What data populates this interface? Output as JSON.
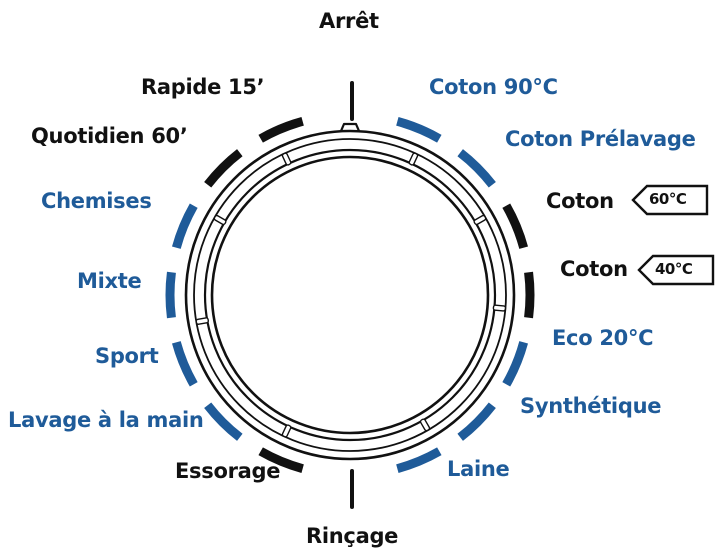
{
  "dial": {
    "colors": {
      "blue": "#1f5b99",
      "black": "#111111"
    },
    "programs": [
      {
        "id": "arret",
        "label": "Arrêt",
        "color": "black"
      },
      {
        "id": "coton-90",
        "label": "Coton 90°C",
        "color": "blue"
      },
      {
        "id": "coton-prelavage",
        "label": "Coton Prélavage",
        "color": "blue"
      },
      {
        "id": "coton-60",
        "label": "Coton",
        "color": "black",
        "temp_tag": "60°C"
      },
      {
        "id": "coton-40",
        "label": "Coton",
        "color": "black",
        "temp_tag": "40°C"
      },
      {
        "id": "eco-20",
        "label": "Eco 20°C",
        "color": "blue"
      },
      {
        "id": "synthetique",
        "label": "Synthétique",
        "color": "blue"
      },
      {
        "id": "laine",
        "label": "Laine",
        "color": "blue"
      },
      {
        "id": "rincage",
        "label": "Rinçage",
        "color": "black"
      },
      {
        "id": "essorage",
        "label": "Essorage",
        "color": "black"
      },
      {
        "id": "lavage-main",
        "label": "Lavage à la main",
        "color": "blue"
      },
      {
        "id": "sport",
        "label": "Sport",
        "color": "blue"
      },
      {
        "id": "mixte",
        "label": "Mixte",
        "color": "blue"
      },
      {
        "id": "chemises",
        "label": "Chemises",
        "color": "blue"
      },
      {
        "id": "quotidien-60",
        "label": "Quotidien 60’",
        "color": "black"
      },
      {
        "id": "rapide-15",
        "label": "Rapide 15’",
        "color": "black"
      }
    ]
  }
}
